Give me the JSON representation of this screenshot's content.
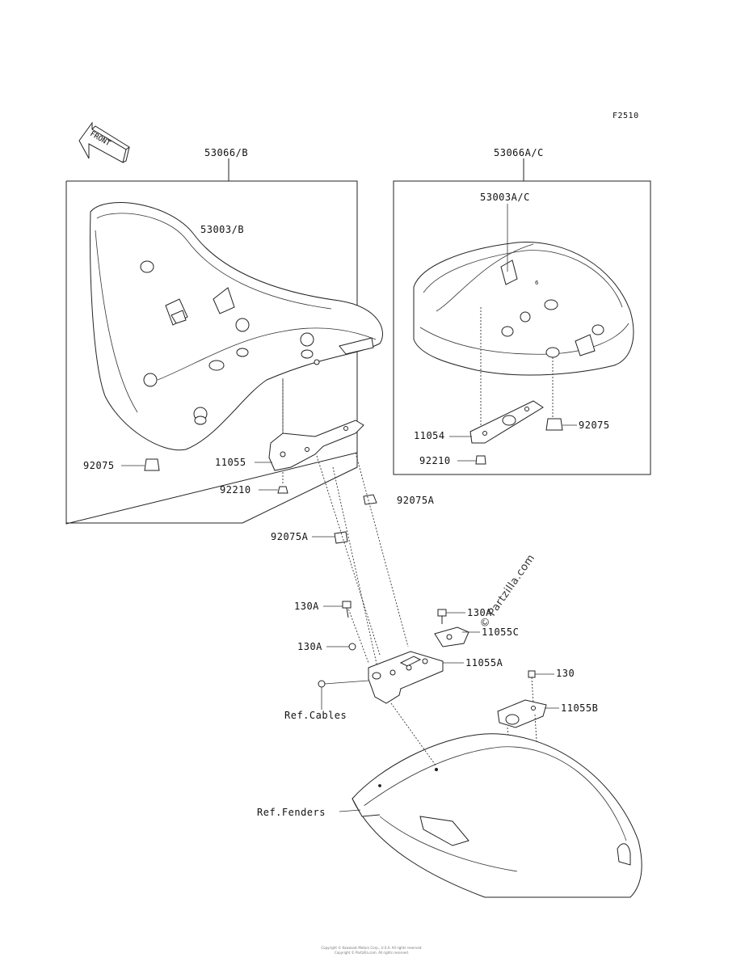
{
  "figure_code": "F2510",
  "front_arrow": "FRONT",
  "labels": {
    "p53066_b": "53066/B",
    "p53066a_c": "53066A/C",
    "p53003_b": "53003/B",
    "p53003a_c": "53003A/C",
    "p92075_left": "92075",
    "p92075_right": "92075",
    "p11055": "11055",
    "p92210_left": "92210",
    "p92210_right": "92210",
    "p11054": "11054",
    "p92075a_right": "92075A",
    "p92075a_left": "92075A",
    "p130a_upper_left": "130A",
    "p130a_lower_left": "130A",
    "p130a_right": "130A",
    "p11055c": "11055C",
    "p11055a": "11055A",
    "p130": "130",
    "p11055b": "11055B",
    "ref_cables": "Ref.Cables",
    "ref_fenders": "Ref.Fenders"
  },
  "watermark": "© Partzilla.com",
  "footer": {
    "line1": "Copyright © Kawasaki Motors Corp., U.S.A. All rights reserved.",
    "line2": "Copyright © Partzilla.com. All rights reserved."
  }
}
